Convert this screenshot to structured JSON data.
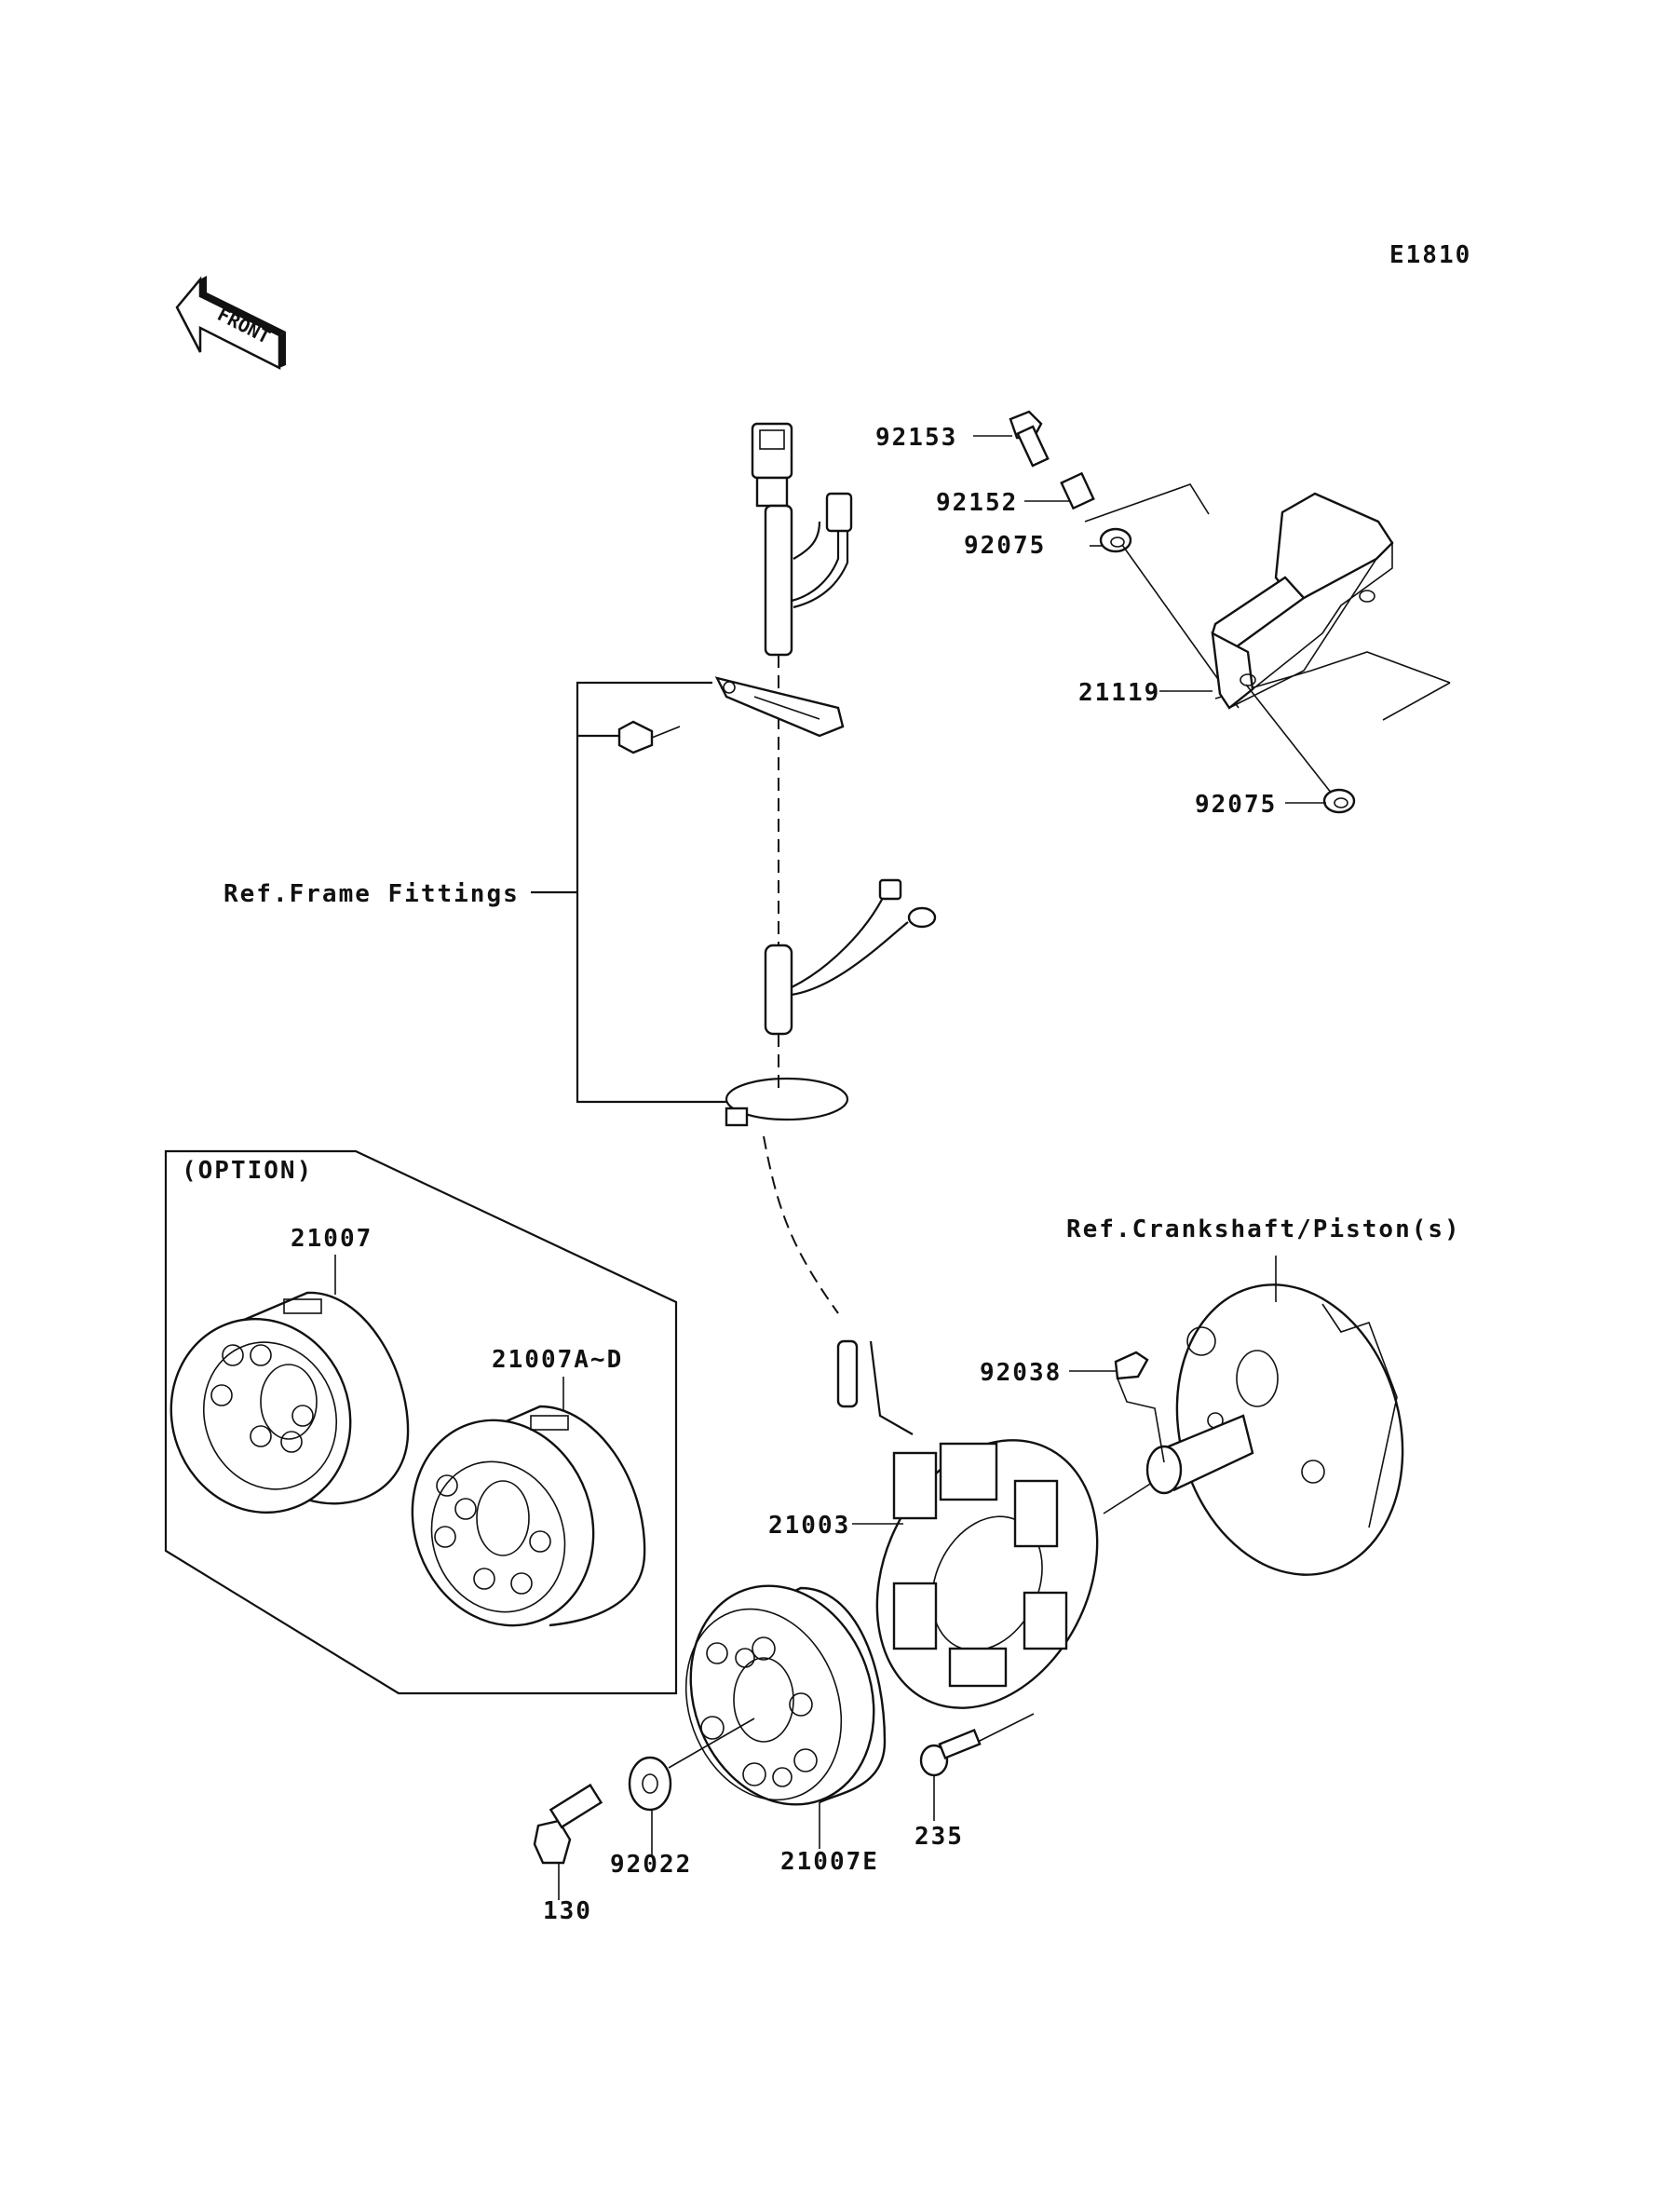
{
  "diagram": {
    "code": "E1810",
    "front_marker": "FRONT",
    "option_group_label": "(OPTION)",
    "references": {
      "frame_fittings": "Ref.Frame Fittings",
      "crankshaft": "Ref.Crankshaft/Piston(s)"
    },
    "callouts": {
      "p92153": "92153",
      "p92152": "92152",
      "p92075a": "92075",
      "p21119": "21119",
      "p92075b": "92075",
      "p21007": "21007",
      "p21007AD": "21007A~D",
      "p92038": "92038",
      "p21003": "21003",
      "p235": "235",
      "p21007E": "21007E",
      "p92022": "92022",
      "p130": "130"
    }
  }
}
